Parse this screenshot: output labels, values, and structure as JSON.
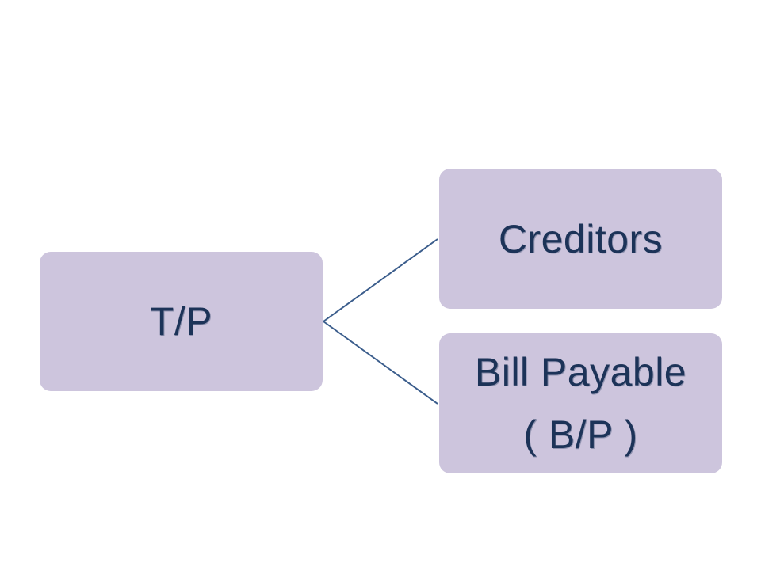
{
  "diagram": {
    "root": {
      "label": "T/P"
    },
    "children": [
      {
        "lines": [
          "Creditors"
        ]
      },
      {
        "lines": [
          "Bill Payable",
          "( B/P )"
        ]
      }
    ]
  },
  "colors": {
    "box_fill": "#cdc5dd",
    "text": "#1c3358",
    "connector": "#3b5d8c"
  }
}
